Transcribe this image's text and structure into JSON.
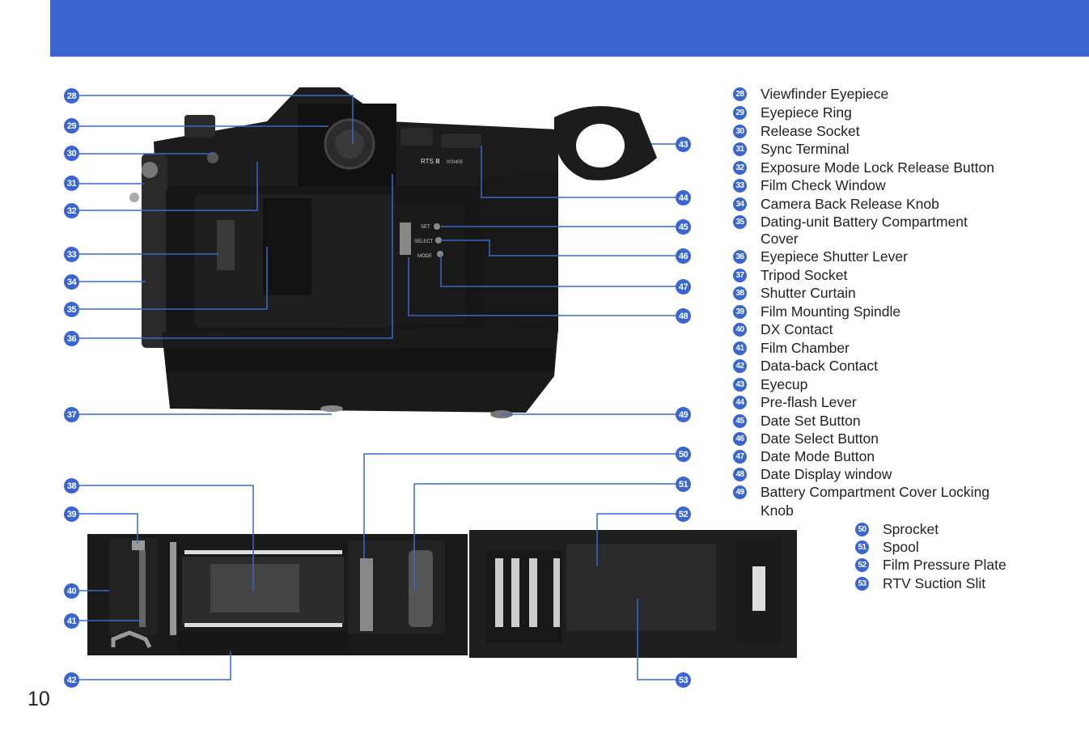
{
  "page": {
    "page_number": "10",
    "camera_model_print": "RTS Ⅲ",
    "camera_serial_print": "000405",
    "back_labels": [
      "SET",
      "SELECT",
      "MODE"
    ]
  },
  "callouts_back": [
    "28",
    "29",
    "30",
    "31",
    "32",
    "33",
    "34",
    "35",
    "36",
    "37"
  ],
  "callouts_right": [
    "43",
    "44",
    "45",
    "46",
    "47",
    "48",
    "49"
  ],
  "callouts_interior_left": [
    "38",
    "39",
    "40",
    "41",
    "42"
  ],
  "callouts_interior_right": [
    "50",
    "51",
    "52",
    "53"
  ],
  "legend": [
    {
      "num": "28",
      "label": "Viewfinder Eyepiece"
    },
    {
      "num": "29",
      "label": "Eyepiece Ring"
    },
    {
      "num": "30",
      "label": "Release Socket"
    },
    {
      "num": "31",
      "label": "Sync Terminal"
    },
    {
      "num": "32",
      "label": "Exposure Mode Lock Release Button"
    },
    {
      "num": "33",
      "label": "Film Check Window"
    },
    {
      "num": "34",
      "label": "Camera Back Release Knob"
    },
    {
      "num": "35",
      "label": "Dating-unit Battery Compartment",
      "label2": "Cover"
    },
    {
      "num": "36",
      "label": "Eyepiece Shutter Lever"
    },
    {
      "num": "37",
      "label": "Tripod Socket"
    },
    {
      "num": "38",
      "label": "Shutter Curtain"
    },
    {
      "num": "39",
      "label": "Film Mounting Spindle"
    },
    {
      "num": "40",
      "label": "DX Contact"
    },
    {
      "num": "41",
      "label": "Film Chamber"
    },
    {
      "num": "42",
      "label": "Data-back Contact"
    },
    {
      "num": "43",
      "label": "Eyecup"
    },
    {
      "num": "44",
      "label": "Pre-flash Lever"
    },
    {
      "num": "45",
      "label": "Date Set Button"
    },
    {
      "num": "46",
      "label": "Date Select Button"
    },
    {
      "num": "47",
      "label": "Date Mode Button"
    },
    {
      "num": "48",
      "label": "Date Display window"
    },
    {
      "num": "49",
      "label": "Battery Compartment Cover Locking",
      "label2": "Knob"
    }
  ],
  "legend2": [
    {
      "num": "50",
      "label": "Sprocket"
    },
    {
      "num": "51",
      "label": "Spool"
    },
    {
      "num": "52",
      "label": "Film Pressure Plate"
    },
    {
      "num": "53",
      "label": "RTV Suction Slit"
    }
  ],
  "colors": {
    "accent": "#3b66d0",
    "camera_body": "#1c1c1c"
  },
  "icons": [
    "camera-back-illustration",
    "eyecup-illustration",
    "film-interior-illustration"
  ]
}
